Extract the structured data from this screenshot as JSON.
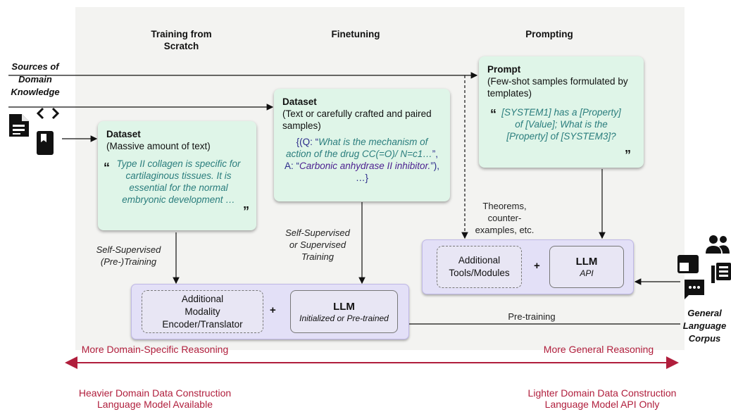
{
  "columns": {
    "training": "Training from\nScratch",
    "finetuning": "Finetuning",
    "prompting": "Prompting"
  },
  "sources_label": "Sources of\nDomain\nKnowledge",
  "corpus_label": "General\nLanguage\nCorpus",
  "scratch_card": {
    "title": "Dataset",
    "subtitle": "(Massive amount of text)",
    "quote": "Type II collagen is specific for cartilaginous tissues. It is essential for the normal embryonic development …"
  },
  "finetune_card": {
    "title": "Dataset",
    "subtitle": "(Text or carefully crafted and paired samples)",
    "pair_open": "{(Q: “",
    "question": "What is the mechanism of action of the drug CC(=O)/ N=c1…",
    "pair_mid": "”, A: “",
    "answer": "Carbonic anhydrase II inhibitor.",
    "pair_close": "”), …}"
  },
  "prompt_card": {
    "title": "Prompt",
    "subtitle": "(Few-shot samples formulated by templates)",
    "quote": "[SYSTEM1] has a [Property] of [Value]; What is the [Property] of [SYSTEM3]?"
  },
  "scratch_box": {
    "tools": "Additional\nModality\nEncoder/Translator",
    "llm_title": "LLM",
    "llm_sub": "Initialized or Pre-trained"
  },
  "prompt_box": {
    "tools": "Additional\nTools/Modules",
    "llm_title": "LLM",
    "llm_sub": "API"
  },
  "plus": "+",
  "edge_labels": {
    "self_supervised_pre": "Self-Supervised\n(Pre-)Training",
    "self_or_supervised": "Self-Supervised\nor Supervised\nTraining",
    "theorems": "Theorems,\ncounter-\nexamples, etc.",
    "pretraining": "Pre-training"
  },
  "spectrum": {
    "left_top": "More Domain-Specific Reasoning",
    "right_top": "More General Reasoning",
    "left_bottom": "Heavier Domain Data Construction\nLanguage Model Available",
    "right_bottom": "Lighter Domain Data Construction\nLanguage Model API Only"
  },
  "icons": [
    "document-icon",
    "code-icon",
    "book-icon",
    "people-icon",
    "browser-icon",
    "newspaper-icon",
    "chat-icon"
  ],
  "colors": {
    "card_bg": "#dff5e8",
    "llm_box_bg": "#e3e0f7",
    "quote_text": "#2a7d7d",
    "answer_text": "#4b1f8f",
    "spectrum_red": "#b01e3c"
  }
}
